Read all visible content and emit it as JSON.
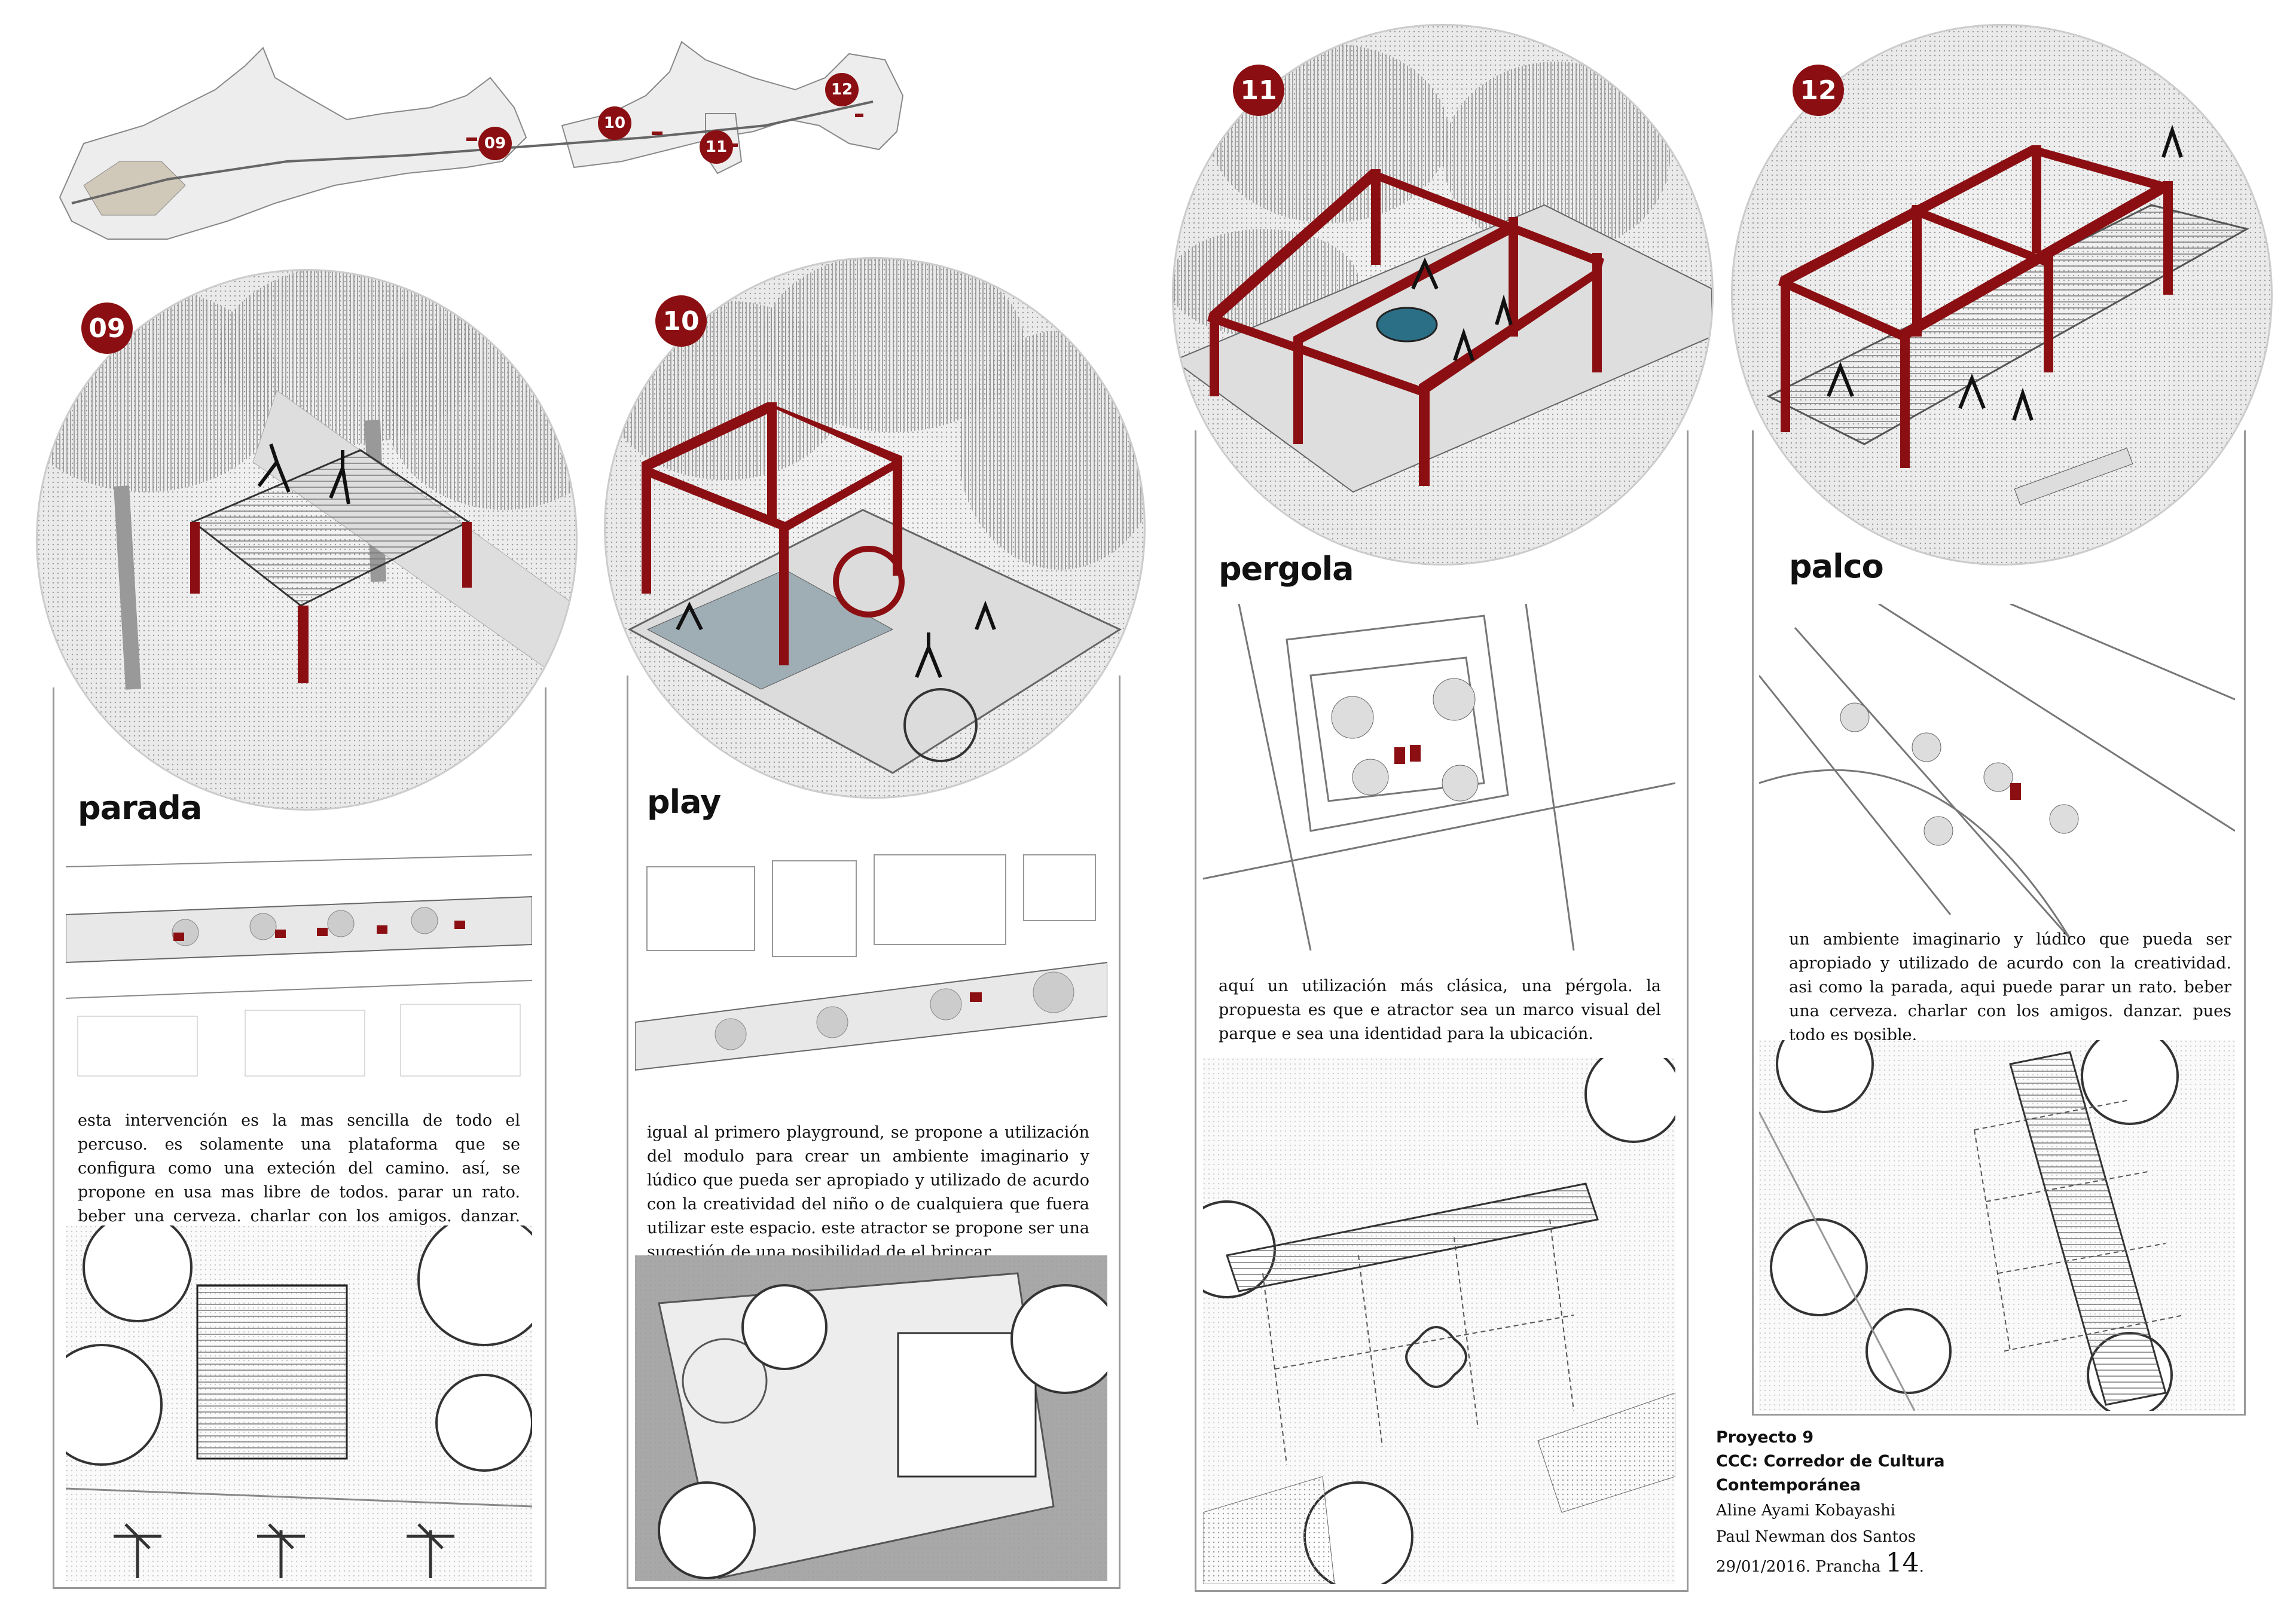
{
  "key_map": {
    "markers": [
      "09",
      "10",
      "11",
      "12"
    ]
  },
  "panels": [
    {
      "number": "09",
      "title": "parada",
      "text": "esta intervención es la mas sencilla de todo el percuso. es solamente una plataforma que se configura como una exteción del camino. así, se propone en usa mas libre de todos. parar un rato. beber una cerveza. charlar con los amigos. danzar. todo es posible."
    },
    {
      "number": "10",
      "title": "play",
      "text": "igual al primero playground, se propone a utilización del modulo para crear un ambiente imaginario y lúdico que pueda ser apropiado y utilizado de acurdo con la creatividad del niño o de cualquiera que fuera utilizar este espacio. este atractor se propone ser una sugestión de una posibilidad de el brincar"
    },
    {
      "number": "11",
      "title": "pergola",
      "text": "aquí un utilización más clásica, una pérgola. la propuesta es que e atractor sea un marco visual del parque e sea una identidad para la ubicación."
    },
    {
      "number": "12",
      "title": "palco",
      "text": "un ambiente imaginario y lúdico que pueda ser apropiado y utilizado de acurdo con la creatividad. asi como la parada,  aqui puede parar un rato. beber una cerveza. charlar con los amigos. danzar. pues todo es posible."
    }
  ],
  "credits": {
    "project": "Proyecto 9",
    "project_name": "CCC: Corredor de  Cultura Contemporánea",
    "author1": "Aline Ayami Kobayashi",
    "author2": "Paul Newman dos Santos",
    "date": "29/01/2016. Prancha ",
    "sheet": "14",
    "end": "."
  },
  "colors": {
    "accent": "#8b0f12",
    "tree": "#9a9a9a",
    "ground": "#e5e5e5",
    "line": "#555555"
  }
}
